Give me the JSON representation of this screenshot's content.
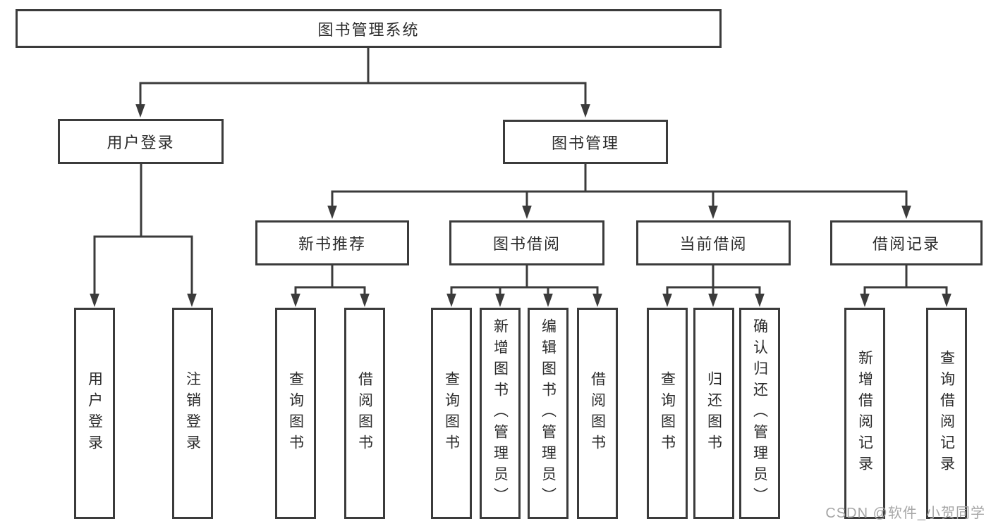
{
  "diagram": {
    "root": {
      "label": "图书管理系统"
    },
    "branches": [
      {
        "label": "用户登录",
        "children": [
          {
            "label": "用户登录"
          },
          {
            "label": "注销登录"
          }
        ]
      },
      {
        "label": "图书管理",
        "children": [
          {
            "label": "新书推荐",
            "children": [
              {
                "label": "查询图书"
              },
              {
                "label": "借阅图书"
              }
            ]
          },
          {
            "label": "图书借阅",
            "children": [
              {
                "label": "查询图书"
              },
              {
                "label": "新增图书（管理员）"
              },
              {
                "label": "编辑图书（管理员）"
              },
              {
                "label": "借阅图书"
              }
            ]
          },
          {
            "label": "当前借阅",
            "children": [
              {
                "label": "查询图书"
              },
              {
                "label": "归还图书"
              },
              {
                "label": "确认归还（管理员）"
              }
            ]
          },
          {
            "label": "借阅记录",
            "children": [
              {
                "label": "新增借阅记录"
              },
              {
                "label": "查询借阅记录"
              }
            ]
          }
        ]
      }
    ],
    "watermark": "CSDN @软件_小贺同学",
    "colors": {
      "line": "#3b3b3b",
      "text": "#2b2b2b",
      "background": "#ffffff",
      "watermark": "#a6a6a6"
    }
  }
}
